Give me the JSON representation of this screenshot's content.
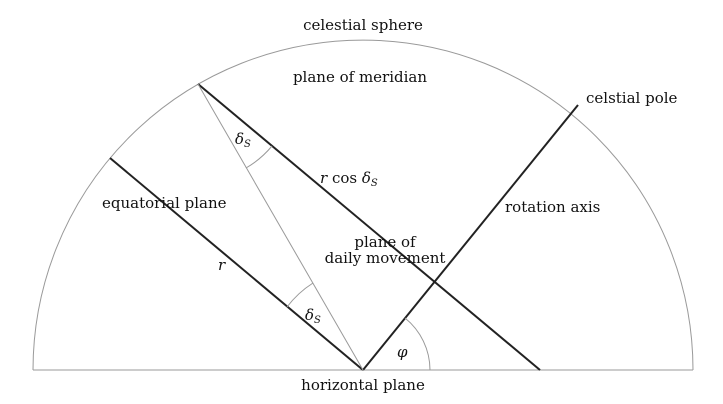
{
  "labels": {
    "celestial_sphere": "celestial sphere",
    "plane_of_meridian": "plane of meridian",
    "celestial_pole": "celstial pole",
    "equatorial_plane": "equatorial plane",
    "rotation_axis": "rotation axis",
    "plane_of_daily_1": "plane of",
    "plane_of_daily_2": "daily movement",
    "horizontal_plane": "horizontal plane",
    "r": "r",
    "r_cos": "r cos",
    "delta": "δ",
    "sub_s": "S",
    "phi": "φ"
  }
}
